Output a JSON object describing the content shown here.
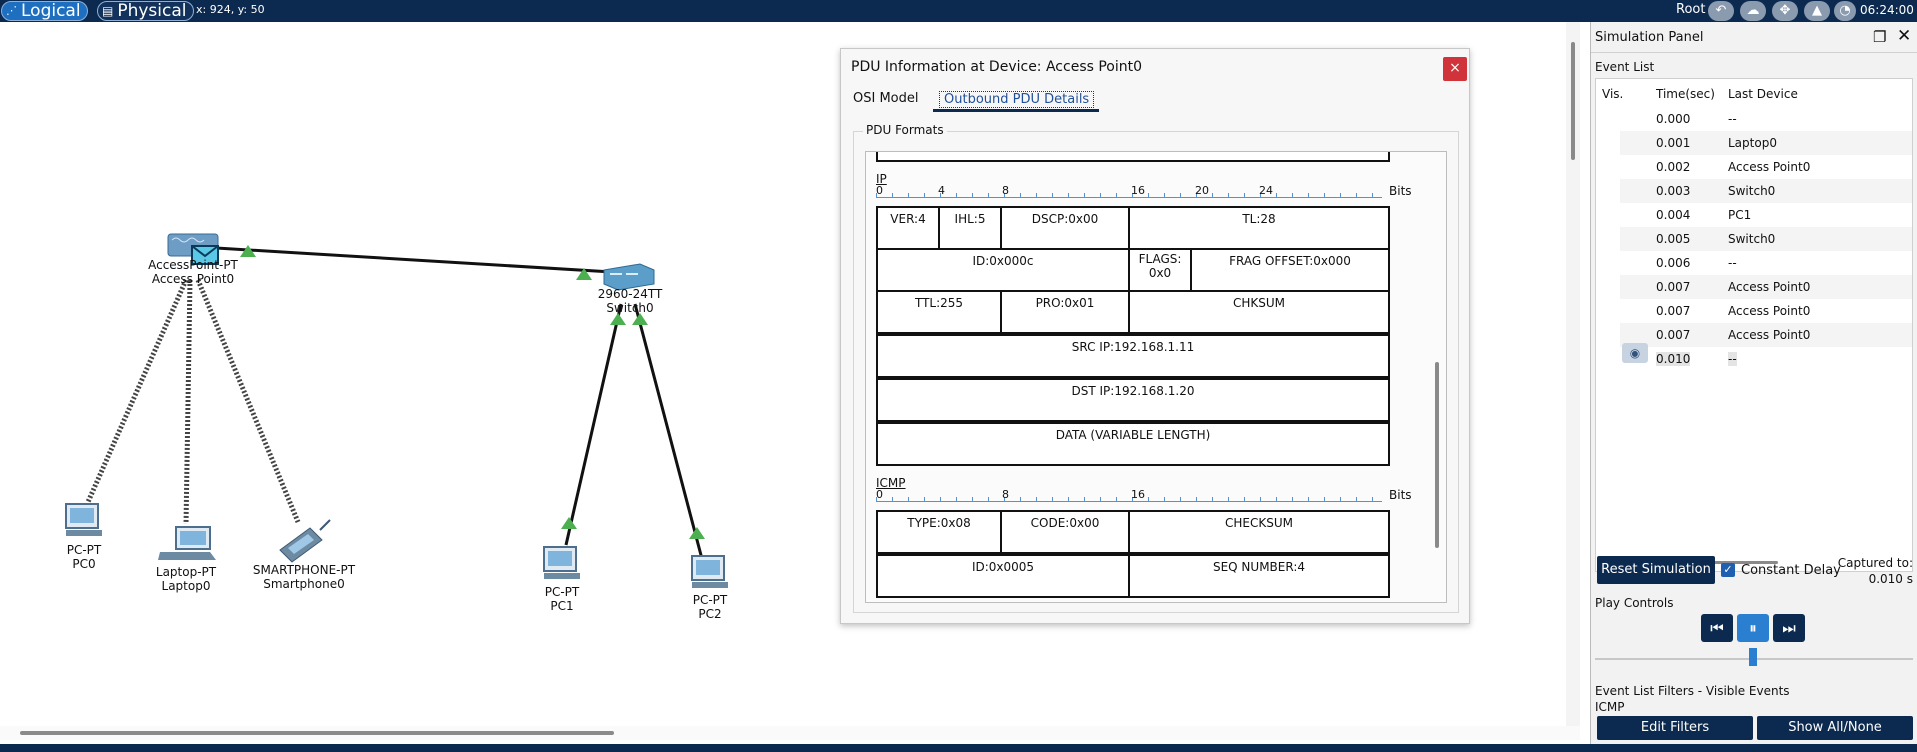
{
  "toolbar": {
    "logical_label": "Logical",
    "physical_label": "Physical",
    "coords": "x: 924, y: 50",
    "user_label": "Root",
    "clock": "06:24:00"
  },
  "devices": {
    "access_point": {
      "type": "AccessPoint-PT",
      "name": "Access Point0"
    },
    "switch": {
      "type": "2960-24TT",
      "name": "Switch0"
    },
    "pc0": {
      "type": "PC-PT",
      "name": "PC0"
    },
    "laptop0": {
      "type": "Laptop-PT",
      "name": "Laptop0"
    },
    "smartphone0": {
      "type": "SMARTPHONE-PT",
      "name": "Smartphone0"
    },
    "pc1": {
      "type": "PC-PT",
      "name": "PC1"
    },
    "pc2": {
      "type": "PC-PT",
      "name": "PC2"
    }
  },
  "pdu_dialog": {
    "title": "PDU Information at Device: Access Point0",
    "close_label": "×",
    "tab_osi": "OSI Model",
    "tab_outbound": "Outbound PDU Details",
    "formats_label": "PDU Formats",
    "ip": {
      "label": "IP",
      "ruler": [
        "0",
        "4",
        "8",
        "16",
        "20",
        "24"
      ],
      "bits_label": "Bits",
      "ver": "VER:4",
      "ihl": "IHL:5",
      "dscp": "DSCP:0x00",
      "tl": "TL:28",
      "id": "ID:0x000c",
      "flags": "FLAGS:",
      "flags_val": "0x0",
      "frag": "FRAG OFFSET:0x000",
      "ttl": "TTL:255",
      "pro": "PRO:0x01",
      "chksum": "CHKSUM",
      "src": "SRC IP:192.168.1.11",
      "dst": "DST IP:192.168.1.20",
      "data": "DATA (VARIABLE LENGTH)"
    },
    "icmp": {
      "label": "ICMP",
      "ruler": [
        "0",
        "8",
        "16"
      ],
      "bits_label": "Bits",
      "type": "TYPE:0x08",
      "code": "CODE:0x00",
      "checksum": "CHECKSUM",
      "id": "ID:0x0005",
      "seq": "SEQ NUMBER:4"
    }
  },
  "sim_panel": {
    "title": "Simulation Panel",
    "event_list_label": "Event List",
    "col_vis": "Vis.",
    "col_time": "Time(sec)",
    "col_device": "Last Device",
    "events": [
      {
        "time": "0.000",
        "device": "--"
      },
      {
        "time": "0.001",
        "device": "Laptop0"
      },
      {
        "time": "0.002",
        "device": "Access Point0"
      },
      {
        "time": "0.003",
        "device": "Switch0"
      },
      {
        "time": "0.004",
        "device": "PC1"
      },
      {
        "time": "0.005",
        "device": "Switch0"
      },
      {
        "time": "0.006",
        "device": "--"
      },
      {
        "time": "0.007",
        "device": "Access Point0"
      },
      {
        "time": "0.007",
        "device": "Access Point0"
      },
      {
        "time": "0.007",
        "device": "Access Point0"
      },
      {
        "time": "0.010",
        "device": "--"
      }
    ],
    "reset_label": "Reset Simulation",
    "constant_delay_label": "Constant Delay",
    "captured_label": "Captured to:",
    "captured_value": "0.010 s",
    "play_controls_label": "Play Controls",
    "filters_label": "Event List Filters - Visible Events",
    "filters_value": "ICMP",
    "edit_filters_label": "Edit Filters",
    "show_all_label": "Show All/None"
  },
  "colors": {
    "accent_dark": "#0c2a4f",
    "accent_blue": "#2b7fd1",
    "close_red": "#d0343a",
    "link_green": "#4caf50"
  }
}
